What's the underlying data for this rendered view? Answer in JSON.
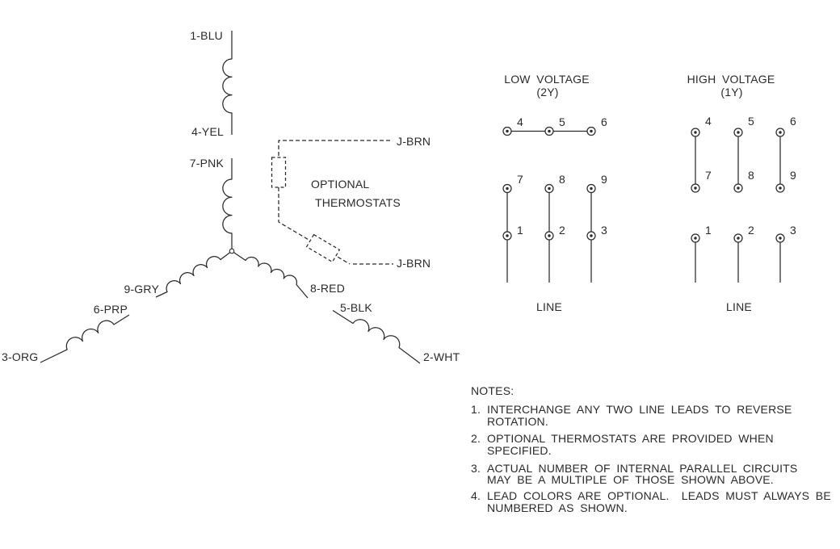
{
  "colors": {
    "ink": "#2a2a2a",
    "background": "#ffffff"
  },
  "wye": {
    "leads": {
      "t1": "1-BLU",
      "t4": "4-YEL",
      "t7": "7-PNK",
      "t9": "9-GRY",
      "t6": "6-PRP",
      "t3": "3-ORG",
      "t8": "8-RED",
      "t5": "5-BLK",
      "t2": "2-WHT"
    },
    "thermostats": {
      "caption_line1": "OPTIONAL",
      "caption_line2": "THERMOSTATS",
      "lead_top": "J-BRN",
      "lead_bottom": "J-BRN"
    }
  },
  "low_voltage": {
    "title": "LOW VOLTAGE",
    "subtitle": "(2Y)",
    "top_row": [
      "4",
      "5",
      "6"
    ],
    "middle_row": [
      "7",
      "8",
      "9"
    ],
    "bottom_row": [
      "1",
      "2",
      "3"
    ],
    "line_label": "LINE"
  },
  "high_voltage": {
    "title": "HIGH VOLTAGE",
    "subtitle": "(1Y)",
    "top_row": [
      "4",
      "5",
      "6"
    ],
    "middle_row": [
      "7",
      "8",
      "9"
    ],
    "bottom_row": [
      "1",
      "2",
      "3"
    ],
    "line_label": "LINE"
  },
  "notes": {
    "heading": "NOTES:",
    "items": [
      {
        "num": "1.",
        "lines": [
          "INTERCHANGE ANY TWO LINE LEADS TO REVERSE",
          "ROTATION."
        ]
      },
      {
        "num": "2.",
        "lines": [
          "OPTIONAL THERMOSTATS ARE PROVIDED WHEN",
          "SPECIFIED."
        ]
      },
      {
        "num": "3.",
        "lines": [
          "ACTUAL NUMBER OF INTERNAL PARALLEL CIRCUITS",
          "MAY BE A MULTIPLE OF THOSE SHOWN ABOVE."
        ]
      },
      {
        "num": "4.",
        "lines": [
          "LEAD COLORS ARE OPTIONAL.  LEADS MUST ALWAYS BE",
          "NUMBERED AS SHOWN."
        ]
      }
    ]
  }
}
